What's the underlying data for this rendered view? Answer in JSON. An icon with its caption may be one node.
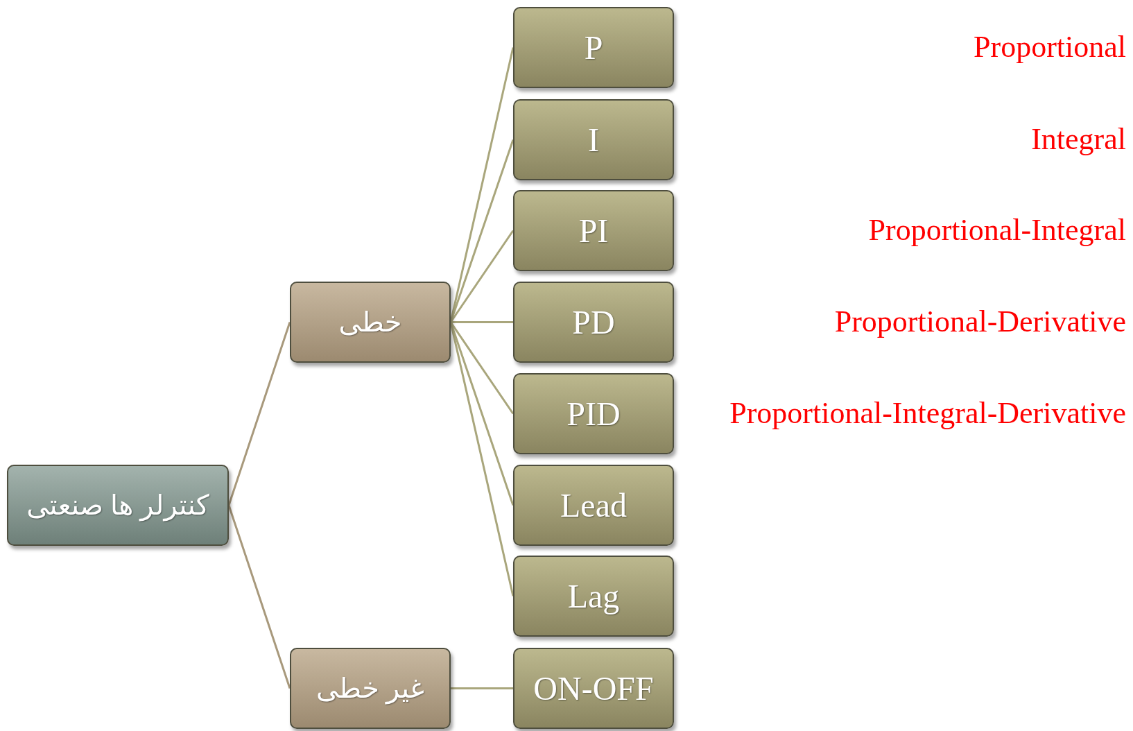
{
  "diagram": {
    "nodes": [
      {
        "text": [
          "کنترلر ها صنعتی"
        ]
      },
      {
        "text": [
          "خطی"
        ]
      },
      {
        "text": [
          "P"
        ]
      },
      {
        "text": [
          "I"
        ]
      },
      {
        "text": [
          "PI"
        ]
      },
      {
        "text": [
          "PD"
        ]
      },
      {
        "text": [
          "PID"
        ]
      },
      {
        "text": [
          "Lead"
        ]
      },
      {
        "text": [
          "Lag"
        ]
      },
      {
        "text": [
          "غیر خطی"
        ]
      },
      {
        "text": [
          "ON-OFF"
        ]
      }
    ],
    "edges": [
      {
        "from": 0,
        "to": 1,
        "arrow": "none",
        "color": "#a8997c"
      },
      {
        "from": 0,
        "to": 9,
        "arrow": "none",
        "color": "#a8997c"
      },
      {
        "from": 1,
        "to": 2,
        "arrow": "none"
      },
      {
        "from": 1,
        "to": 3,
        "arrow": "none"
      },
      {
        "from": 1,
        "to": 4,
        "arrow": "none"
      },
      {
        "from": 1,
        "to": 5,
        "arrow": "none"
      },
      {
        "from": 1,
        "to": 6,
        "arrow": "none"
      },
      {
        "from": 1,
        "to": 7,
        "arrow": "none"
      },
      {
        "from": 1,
        "to": 8,
        "arrow": "none"
      },
      {
        "from": 9,
        "to": 10,
        "arrow": "none"
      }
    ],
    "labels": [
      "Proportional",
      "Integral",
      "Proportional-Integral",
      "Proportional-Derivative",
      "Proportional-Integral-Derivative"
    ]
  }
}
